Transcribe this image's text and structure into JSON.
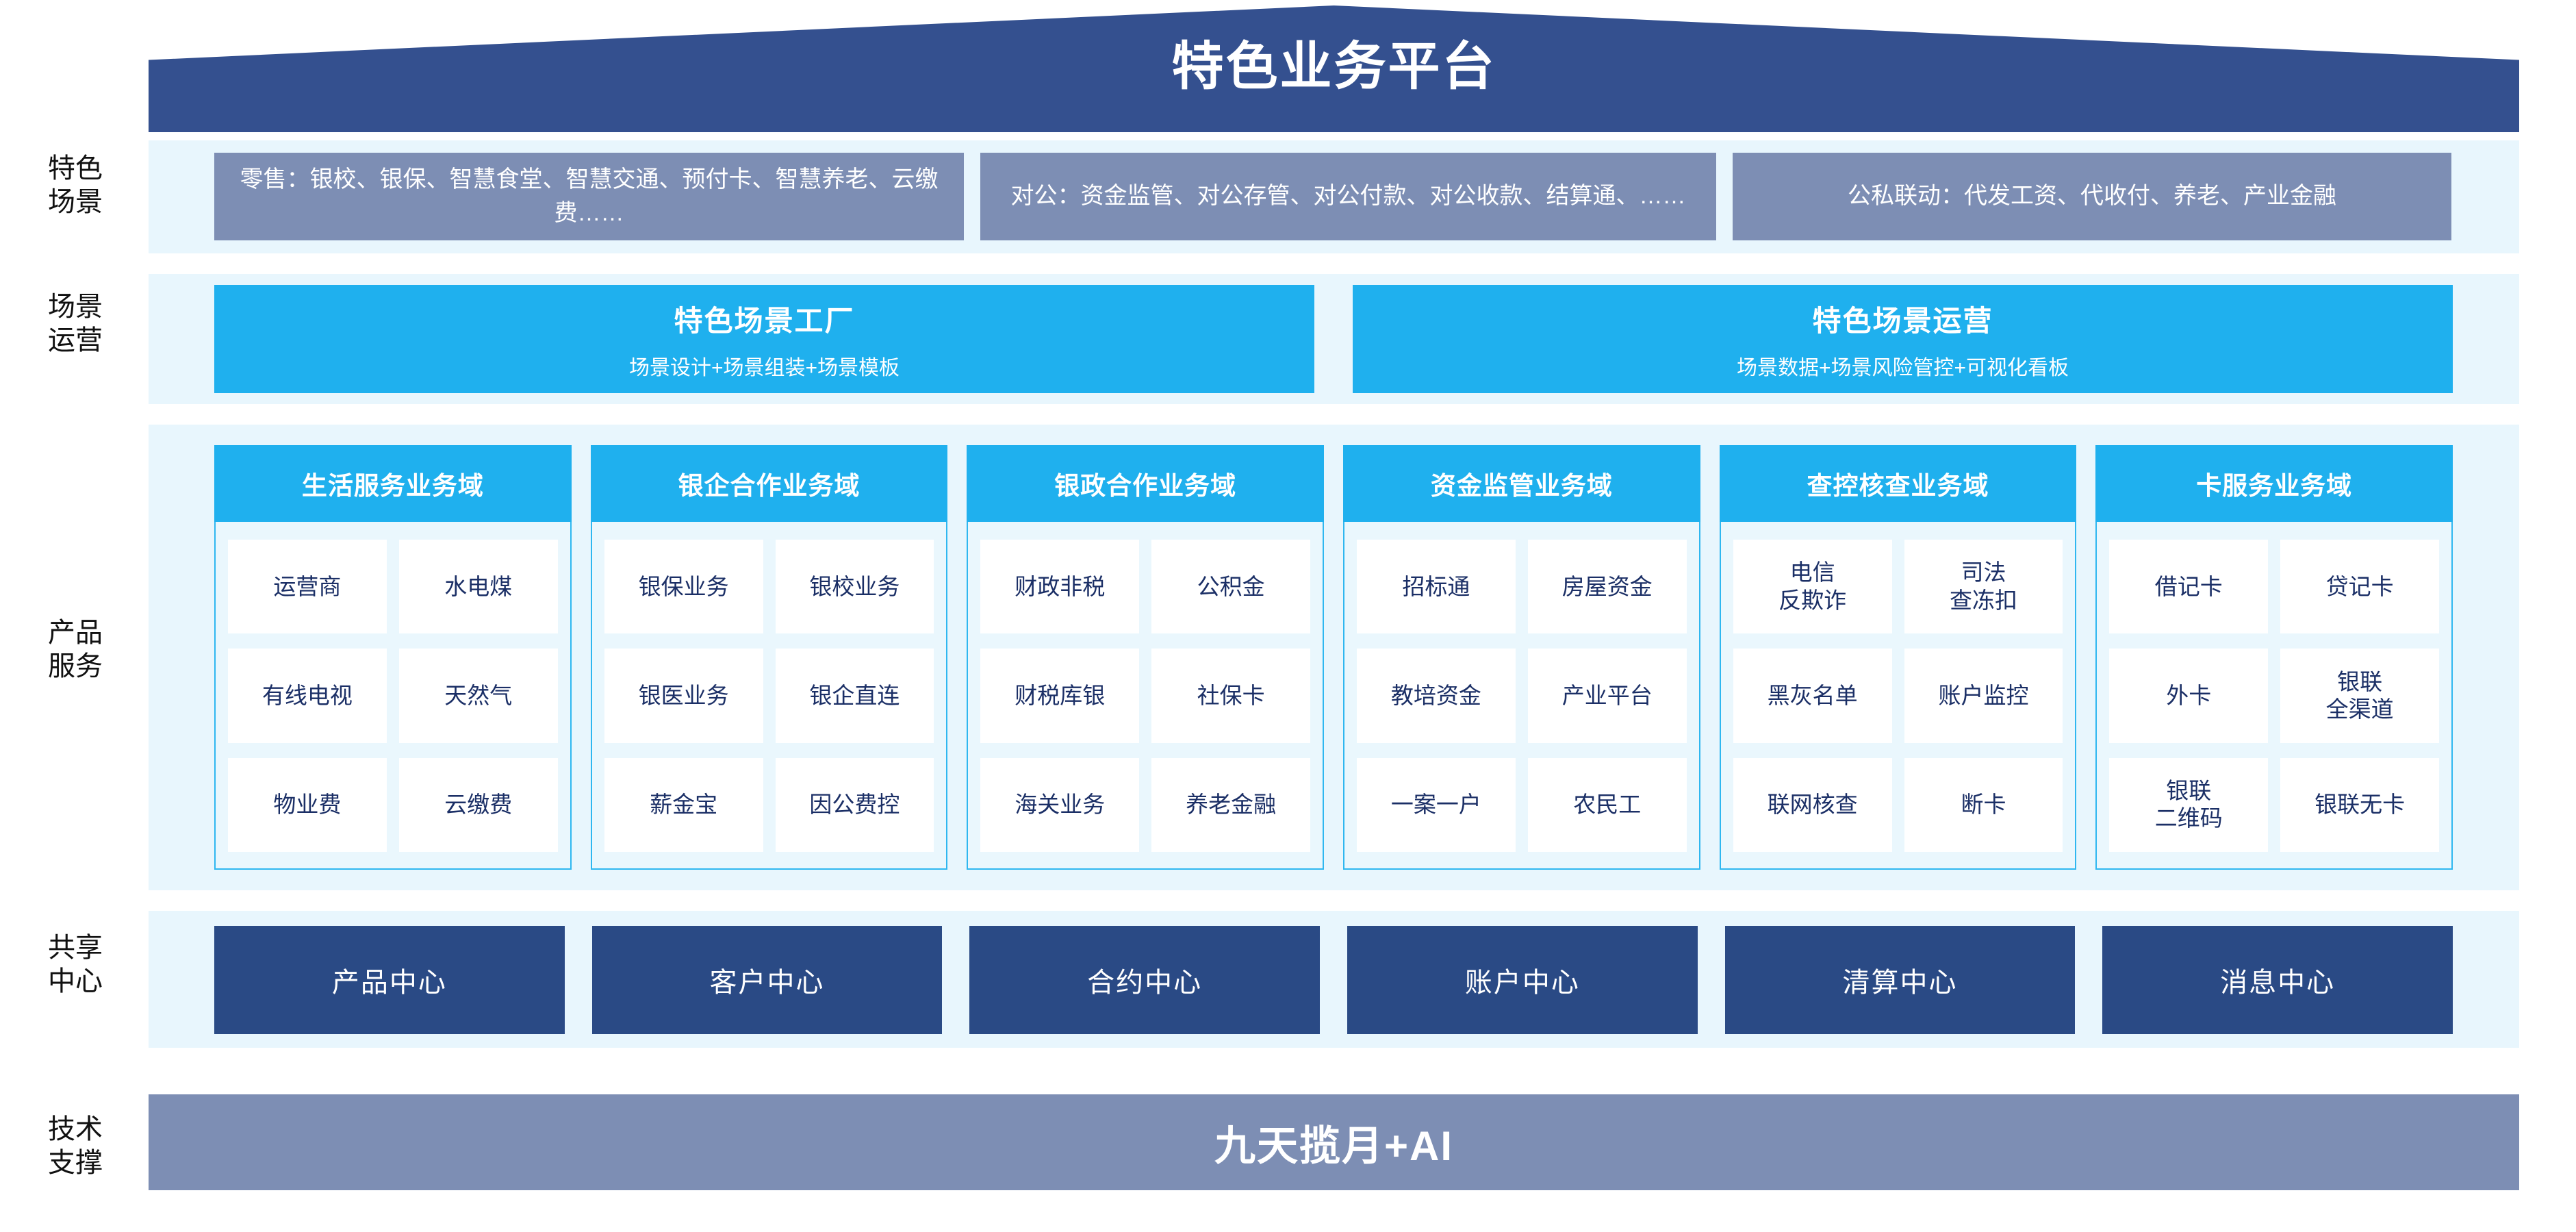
{
  "banner": {
    "title": "特色业务平台"
  },
  "axis_labels": [
    {
      "name": "scenarios",
      "text": "特色\n场景"
    },
    {
      "name": "operations",
      "text": "场景\n运营"
    },
    {
      "name": "products",
      "text": "产品\n服务"
    },
    {
      "name": "shared-centers",
      "text": "共享\n中心"
    },
    {
      "name": "tech-support",
      "text": "技术\n支撑"
    }
  ],
  "scenarios": {
    "boxes": [
      {
        "text": "零售：银校、银保、智慧食堂、智慧交通、预付卡、智慧养老、云缴费……"
      },
      {
        "text": "对公：资金监管、对公存管、对公付款、对公收款、结算通、……"
      },
      {
        "text": "公私联动：代发工资、代收付、养老、产业金融"
      }
    ]
  },
  "operations": {
    "boxes": [
      {
        "title": "特色场景工厂",
        "subtitle": "场景设计+场景组装+场景模板"
      },
      {
        "title": "特色场景运营",
        "subtitle": "场景数据+场景风险管控+可视化看板"
      }
    ]
  },
  "products": {
    "domains": [
      {
        "title": "生活服务业务域",
        "items": [
          "运营商",
          "水电煤",
          "有线电视",
          "天然气",
          "物业费",
          "云缴费"
        ]
      },
      {
        "title": "银企合作业务域",
        "items": [
          "银保业务",
          "银校业务",
          "银医业务",
          "银企直连",
          "薪金宝",
          "因公费控"
        ]
      },
      {
        "title": "银政合作业务域",
        "items": [
          "财政非税",
          "公积金",
          "财税库银",
          "社保卡",
          "海关业务",
          "养老金融"
        ]
      },
      {
        "title": "资金监管业务域",
        "items": [
          "招标通",
          "房屋资金",
          "教培资金",
          "产业平台",
          "一案一户",
          "农民工"
        ]
      },
      {
        "title": "查控核查业务域",
        "items": [
          "电信\n反欺诈",
          "司法\n查冻扣",
          "黑灰名单",
          "账户监控",
          "联网核查",
          "断卡"
        ]
      },
      {
        "title": "卡服务业务域",
        "items": [
          "借记卡",
          "贷记卡",
          "外卡",
          "银联\n全渠道",
          "银联\n二维码",
          "银联无卡"
        ]
      }
    ]
  },
  "shared_centers": {
    "boxes": [
      "产品中心",
      "客户中心",
      "合约中心",
      "账户中心",
      "清算中心",
      "消息中心"
    ]
  },
  "tech_support": {
    "title": "九天揽月+AI"
  },
  "colors": {
    "banner_blue": "#34508f",
    "band_light": "#e8f6fd",
    "scenario_gray": "#7d8eb4",
    "cyan": "#1fb0ee",
    "card_border": "#2fb7f0",
    "card_bg": "#eaf7fd",
    "center_navy": "#2a4a85",
    "item_text": "#1b2f66"
  }
}
